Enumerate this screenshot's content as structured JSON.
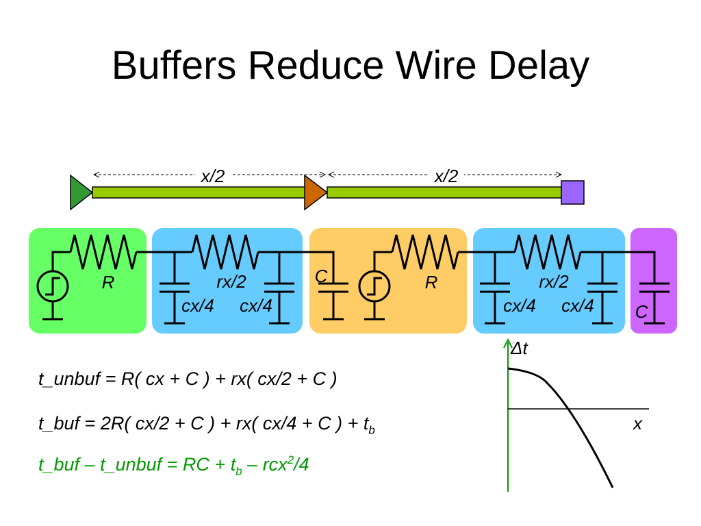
{
  "title": "Buffers Reduce Wire Delay",
  "colors": {
    "green_block": "#66ff66",
    "blue_block": "#66ccff",
    "orange_block": "#ffcc66",
    "purple_block": "#cc66ff",
    "wire": "#99cc00",
    "driver": "#339933",
    "buffer": "#cc6600",
    "load": "#9966ff",
    "eq_highlight": "#009900",
    "axis": "#009900"
  },
  "wire_diagram": {
    "segment1_label": "x/2",
    "segment2_label": "x/2"
  },
  "circuit": {
    "block1": {
      "resistor": "R"
    },
    "block2": {
      "resistor": "rx/2",
      "cap_left": "cx/4",
      "cap_right": "cx/4"
    },
    "block3": {
      "cap": "C",
      "resistor": "R"
    },
    "block4": {
      "resistor": "rx/2",
      "cap_left": "cx/4",
      "cap_right": "cx/4"
    },
    "block5": {
      "cap": "C"
    }
  },
  "equations": {
    "eq1": "t_unbuf = R( cx + C ) + rx( cx/2 + C )",
    "eq2_main": "t_buf = 2R( cx/2 + C ) + rx( cx/4 + C ) + t",
    "eq2_sub": "b",
    "eq3_a": "t_buf – t_unbuf = RC + t",
    "eq3_sub": "b",
    "eq3_b": " – rcx",
    "eq3_sup": "2",
    "eq3_c": "/4"
  },
  "plot": {
    "ylabel": "Δt",
    "xlabel": "x"
  }
}
